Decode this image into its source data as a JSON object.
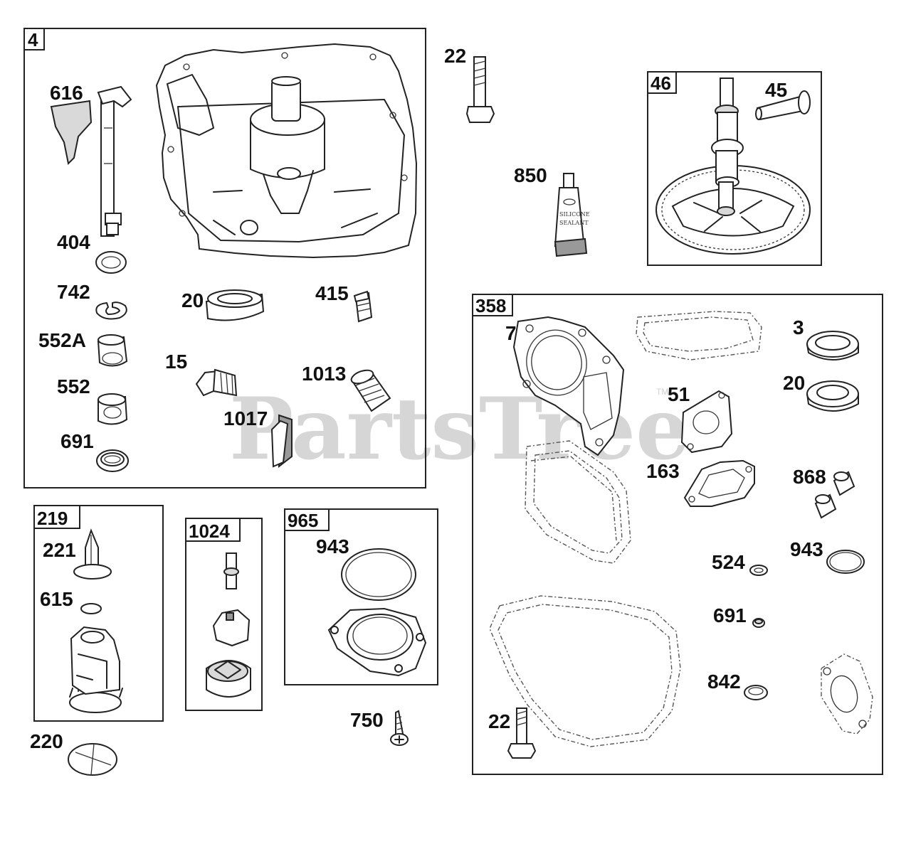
{
  "watermark": {
    "text": "PartsTree",
    "tm": "TM"
  },
  "sealant_tube_text": {
    "line1": "SILICONE",
    "line2": "SEALANT"
  },
  "groups": [
    {
      "id": "4",
      "label": "4"
    },
    {
      "id": "46",
      "label": "46"
    },
    {
      "id": "358",
      "label": "358"
    },
    {
      "id": "219",
      "label": "219"
    },
    {
      "id": "1024",
      "label": "1024"
    },
    {
      "id": "965",
      "label": "965"
    }
  ],
  "parts": [
    {
      "label": "616"
    },
    {
      "label": "404"
    },
    {
      "label": "742"
    },
    {
      "label": "552A"
    },
    {
      "label": "552"
    },
    {
      "label": "691"
    },
    {
      "label": "20"
    },
    {
      "label": "415"
    },
    {
      "label": "15"
    },
    {
      "label": "1013"
    },
    {
      "label": "1017"
    },
    {
      "label": "22"
    },
    {
      "label": "850"
    },
    {
      "label": "45"
    },
    {
      "label": "7"
    },
    {
      "label": "3"
    },
    {
      "label": "20"
    },
    {
      "label": "51"
    },
    {
      "label": "163"
    },
    {
      "label": "868"
    },
    {
      "label": "524"
    },
    {
      "label": "943"
    },
    {
      "label": "691"
    },
    {
      "label": "842"
    },
    {
      "label": "22"
    },
    {
      "label": "221"
    },
    {
      "label": "615"
    },
    {
      "label": "220"
    },
    {
      "label": "943"
    },
    {
      "label": "750"
    }
  ]
}
